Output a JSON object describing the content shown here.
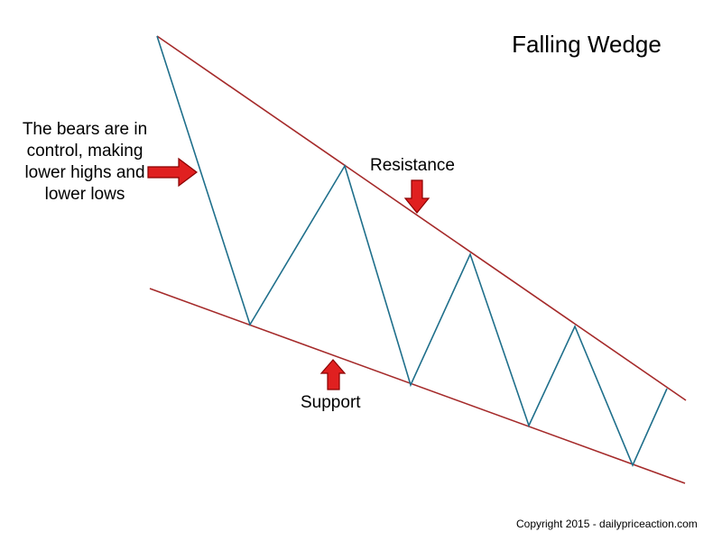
{
  "title": "Falling Wedge",
  "annotation": "The bears are in control, making lower highs and lower lows",
  "labels": {
    "resistance": "Resistance",
    "support": "Support"
  },
  "copyright": "Copyright 2015 - dailypriceaction.com",
  "colors": {
    "trendline": "#a52a2a",
    "price_path": "#1f6f8b",
    "arrow_fill": "#e02020",
    "arrow_stroke": "#8a0000"
  }
}
